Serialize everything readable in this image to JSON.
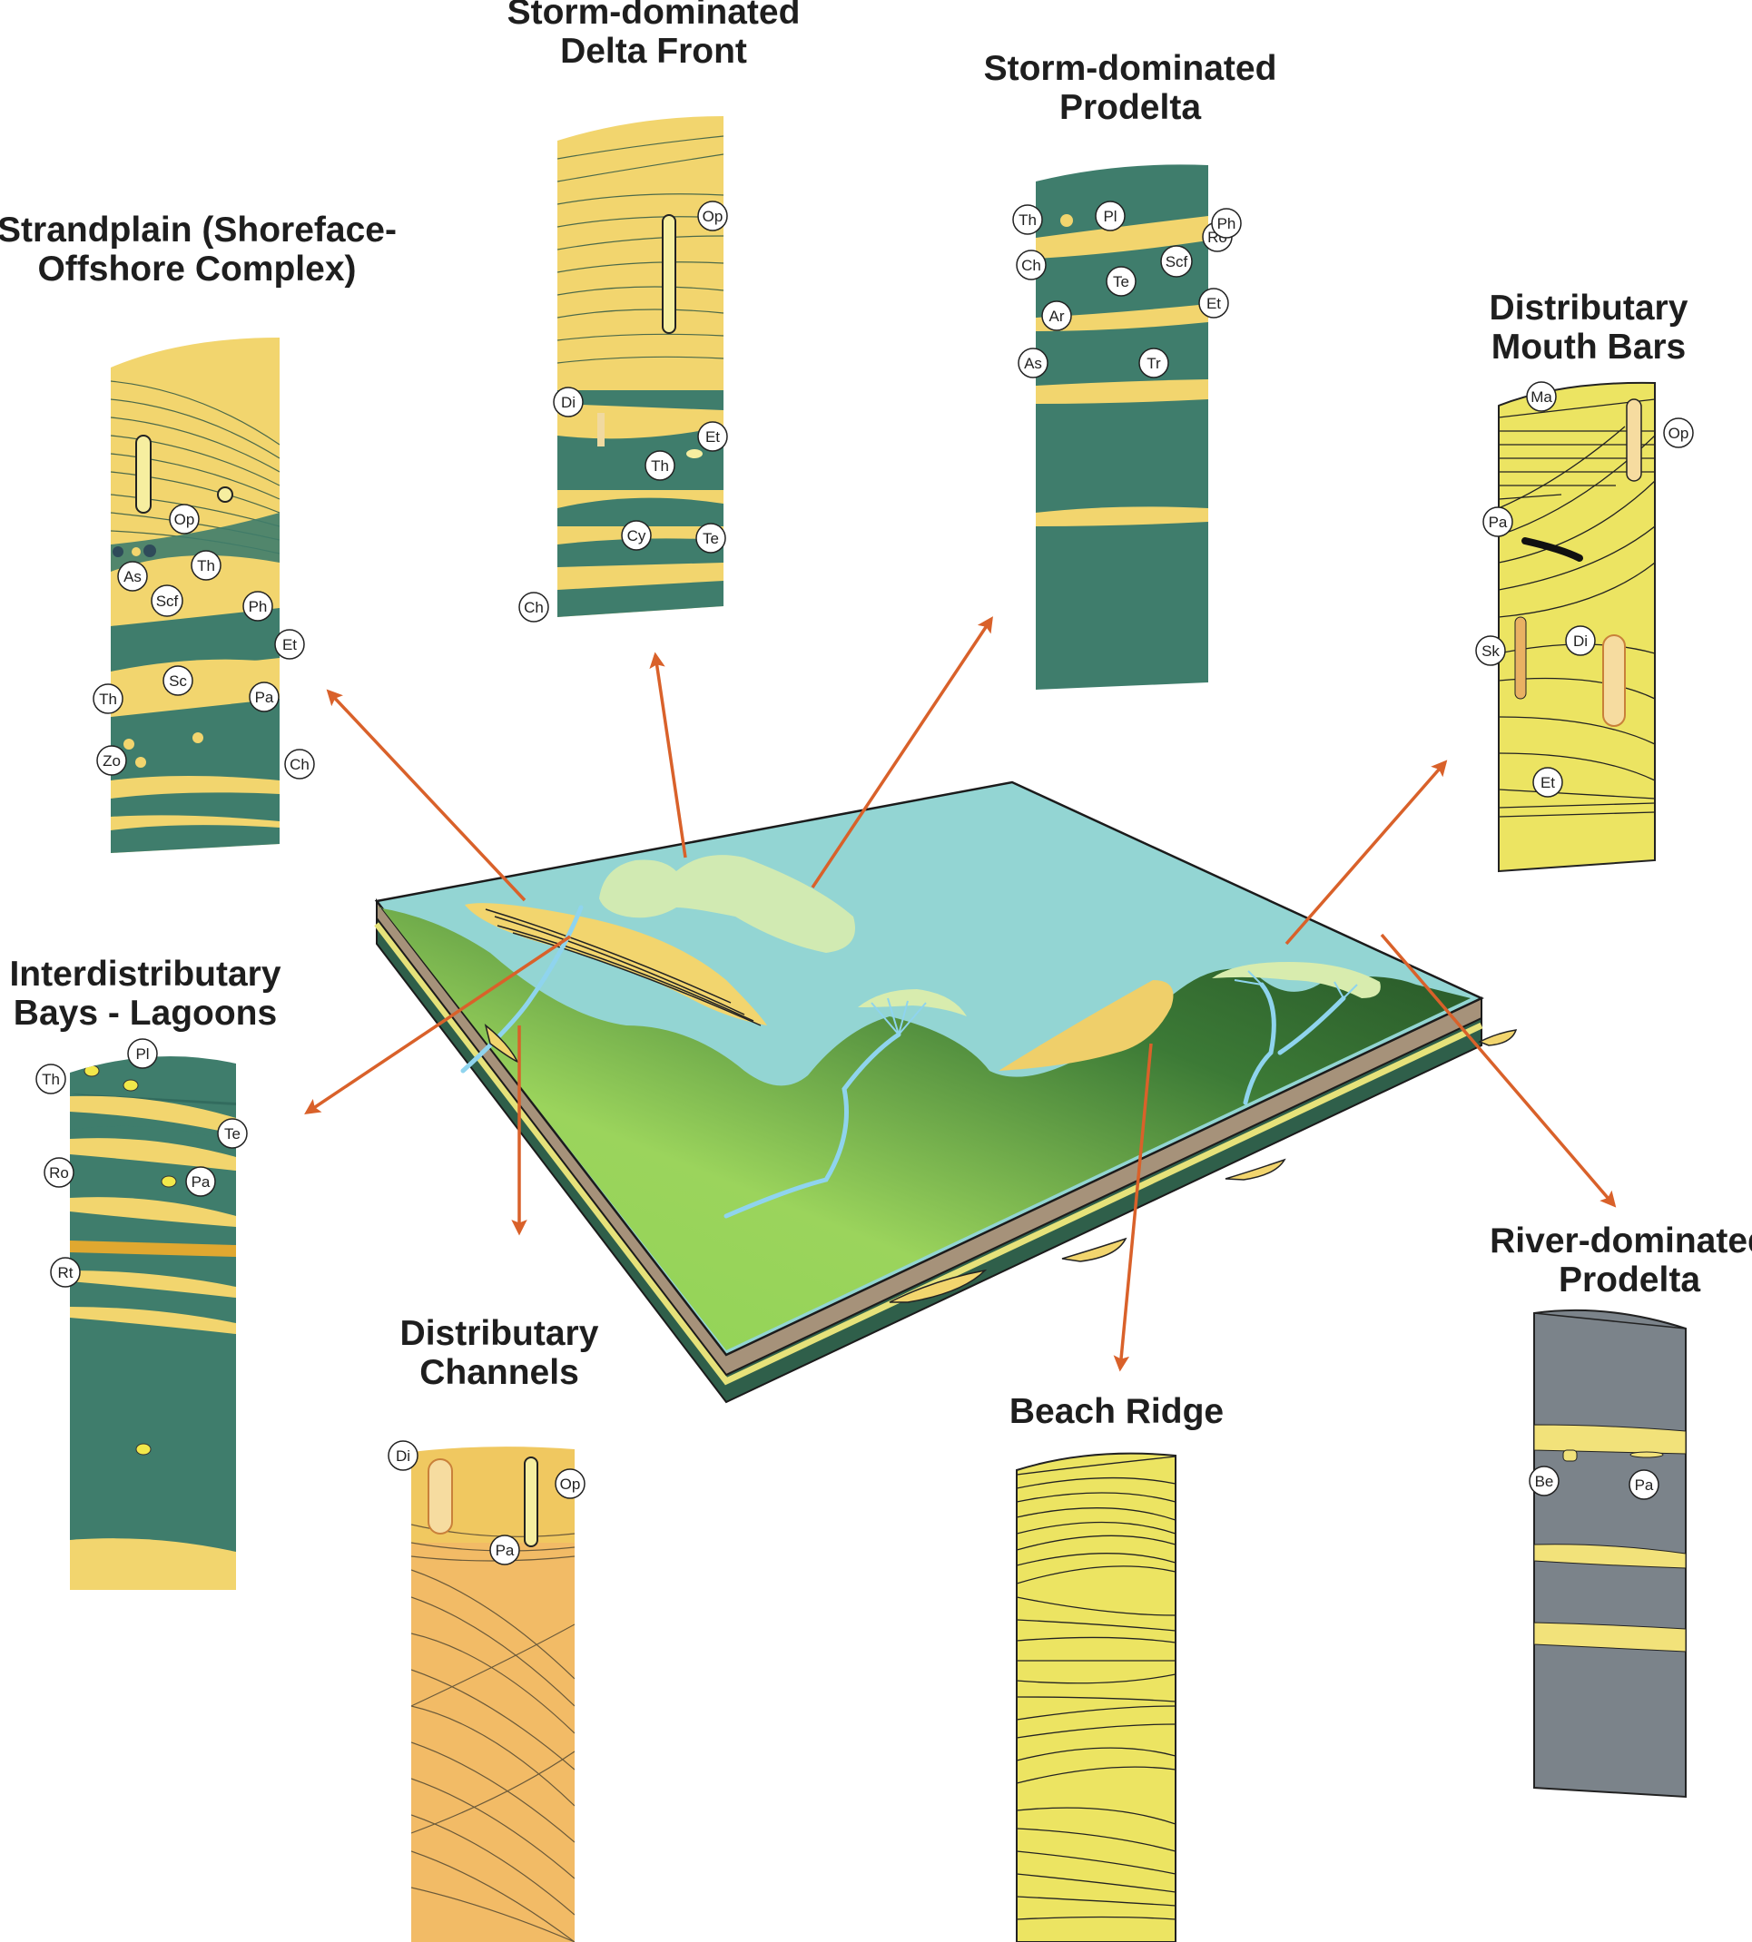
{
  "figure": {
    "type": "delta depositional environments block diagram with ichnofacies columns",
    "colors": {
      "arrow": "#d9612a",
      "sea": "#93d5d3",
      "land_light": "#9bd45c",
      "land_dark": "#27582a",
      "sand_tan": "#f2d56e",
      "shale_green": "#3f7d6c",
      "shale_gray": "#7b838a",
      "beach_yellow": "#ece462",
      "block_side": "#a6927a",
      "river": "#8fd4ee"
    }
  },
  "panels": {
    "strandplain": {
      "title_line1": "Strandplain (Shoreface-",
      "title_line2": "Offshore Complex)",
      "tags": [
        "Op",
        "Th",
        "As",
        "Scf",
        "Ph",
        "Et",
        "Sc",
        "Pa",
        "Th",
        "Zo",
        "Ch"
      ]
    },
    "delta_front": {
      "title_line1": "Storm-dominated",
      "title_line2": "Delta Front",
      "tags": [
        "Op",
        "Di",
        "Et",
        "Th",
        "Cy",
        "Te",
        "Ch"
      ]
    },
    "storm_prodelta": {
      "title_line1": "Storm-dominated",
      "title_line2": "Prodelta",
      "tags": [
        "Ro",
        "Th",
        "Pl",
        "Ph",
        "Ch",
        "Scf",
        "Te",
        "Ar",
        "Et",
        "As",
        "Tr"
      ]
    },
    "mouth_bars": {
      "title_line1": "Distributary",
      "title_line2": "Mouth Bars",
      "tags": [
        "Ma",
        "Op",
        "Pa",
        "Sk",
        "Di",
        "Et"
      ]
    },
    "lagoons": {
      "title_line1": "Interdistributary",
      "title_line2": "Bays - Lagoons",
      "tags": [
        "Pl",
        "Th",
        "Te",
        "Ro",
        "Pa",
        "Rt"
      ]
    },
    "channels": {
      "title_line1": "Distributary",
      "title_line2": "Channels",
      "tags": [
        "Di",
        "Op",
        "Pa"
      ]
    },
    "beach_ridge": {
      "title_line1": "Beach Ridge",
      "tags": []
    },
    "river_prodelta": {
      "title_line1": "River-dominated",
      "title_line2": "Prodelta",
      "tags": [
        "Be",
        "Pa"
      ]
    }
  }
}
